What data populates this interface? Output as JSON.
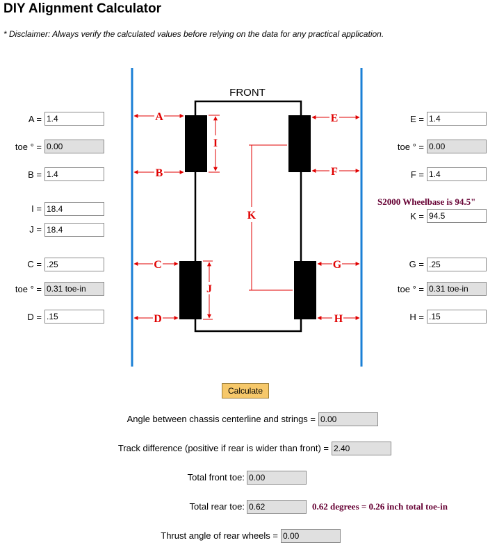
{
  "title": "DIY Alignment Calculator",
  "disclaimer": "* Disclaimer: Always verify the calculated values before relying on the data for any practical application.",
  "diagram": {
    "front_label": "FRONT",
    "letters": {
      "A": "A",
      "B": "B",
      "C": "C",
      "D": "D",
      "E": "E",
      "F": "F",
      "G": "G",
      "H": "H",
      "I": "I",
      "J": "J",
      "K": "K"
    },
    "colors": {
      "strings": "#1a7fd6",
      "labels": "#e00000",
      "car": "#000000"
    }
  },
  "left": {
    "a_label": "A =",
    "a_value": "1.4",
    "toe_front_label": "toe ° =",
    "toe_front_value": "0.00",
    "b_label": "B =",
    "b_value": "1.4",
    "i_label": "I =",
    "i_value": "18.4",
    "j_label": "J =",
    "j_value": "18.4",
    "c_label": "C =",
    "c_value": ".25",
    "toe_rear_label": "toe ° =",
    "toe_rear_value": "0.31 toe-in",
    "d_label": "D =",
    "d_value": ".15"
  },
  "right": {
    "e_label": "E =",
    "e_value": "1.4",
    "toe_front_label": "toe ° =",
    "toe_front_value": "0.00",
    "f_label": "F =",
    "f_value": "1.4",
    "wheelbase_note": "S2000 Wheelbase is 94.5\"",
    "k_label": "K =",
    "k_value": "94.5",
    "g_label": "G =",
    "g_value": ".25",
    "toe_rear_label": "toe ° =",
    "toe_rear_value": "0.31 toe-in",
    "h_label": "H =",
    "h_value": ".15"
  },
  "calculate_label": "Calculate",
  "results": {
    "angle_label": "Angle between chassis centerline and strings =",
    "angle_value": "0.00",
    "track_label": "Track difference (positive if rear is wider than front) =",
    "track_value": "2.40",
    "front_toe_label": "Total front toe:",
    "front_toe_value": "0.00",
    "rear_toe_label": "Total rear toe:",
    "rear_toe_value": "0.62",
    "rear_toe_note": "0.62 degrees = 0.26 inch total toe-in",
    "thrust_label": "Thrust angle of rear wheels =",
    "thrust_value": "0.00"
  }
}
